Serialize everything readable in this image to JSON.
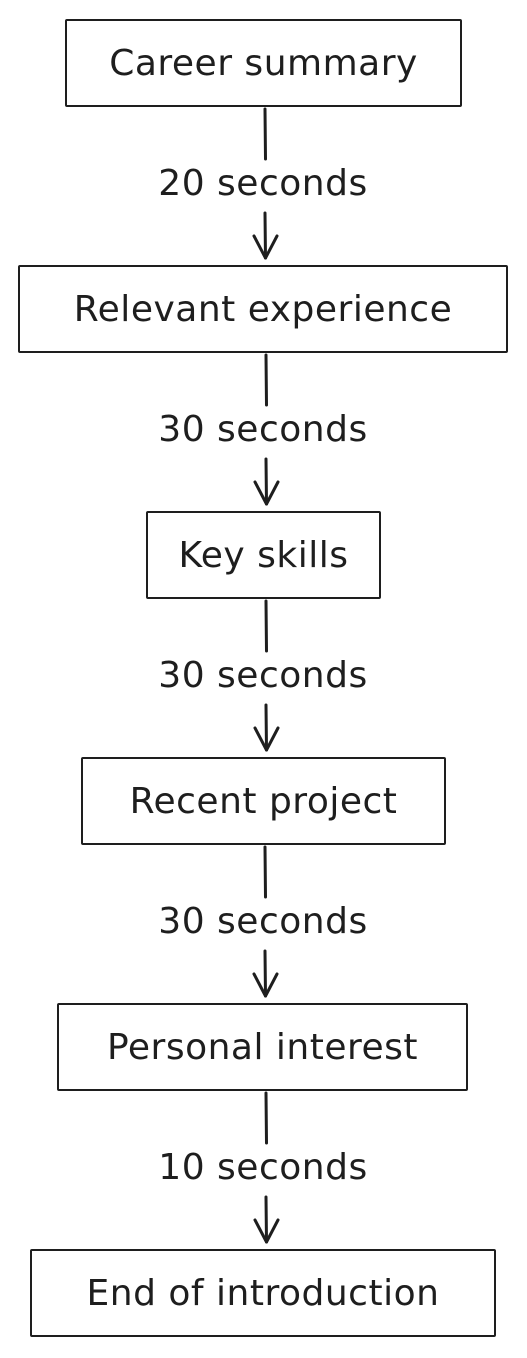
{
  "diagram": {
    "nodes": [
      {
        "id": "career-summary",
        "label": "Career summary"
      },
      {
        "id": "relevant-experience",
        "label": "Relevant experience"
      },
      {
        "id": "key-skills",
        "label": "Key skills"
      },
      {
        "id": "recent-project",
        "label": "Recent project"
      },
      {
        "id": "personal-interest",
        "label": "Personal interest"
      },
      {
        "id": "end-of-introduction",
        "label": "End of introduction"
      }
    ],
    "edges": [
      {
        "from": "career-summary",
        "to": "relevant-experience",
        "label": "20 seconds"
      },
      {
        "from": "relevant-experience",
        "to": "key-skills",
        "label": "30 seconds"
      },
      {
        "from": "key-skills",
        "to": "recent-project",
        "label": "30 seconds"
      },
      {
        "from": "recent-project",
        "to": "personal-interest",
        "label": "30 seconds"
      },
      {
        "from": "personal-interest",
        "to": "end-of-introduction",
        "label": "10 seconds"
      }
    ],
    "stroke_color": "#1e1e1e",
    "background_color": "#ffffff"
  }
}
